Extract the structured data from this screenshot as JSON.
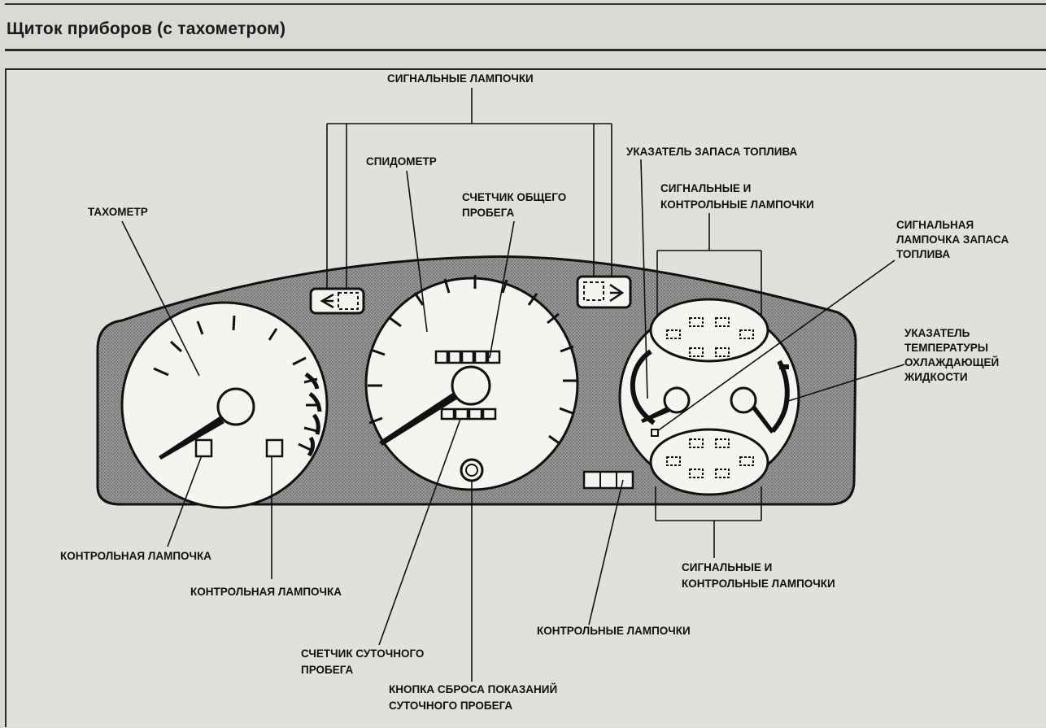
{
  "title": "Щиток приборов (с тахометром)",
  "labels": {
    "warning_lamps_top": "СИГНАЛЬНЫЕ ЛАМПОЧКИ",
    "speedometer": "СПИДОМЕТР",
    "fuel_gauge": "УКАЗАТЕЛЬ ЗАПАСА ТОПЛИВА",
    "tachometer": "ТАХОМЕТР",
    "odometer_l1": "СЧЕТЧИК ОБЩЕГО",
    "odometer_l2": "ПРОБЕГА",
    "warn_ctrl_top_l1": "СИГНАЛЬНЫЕ И",
    "warn_ctrl_top_l2": "КОНТРОЛЬНЫЕ ЛАМПОЧКИ",
    "fuel_lamp_l1": "СИГНАЛЬНАЯ",
    "fuel_lamp_l2": "ЛАМПОЧКА ЗАПАСА",
    "fuel_lamp_l3": "ТОПЛИВА",
    "temp_l1": "УКАЗАТЕЛЬ",
    "temp_l2": "ТЕМПЕРАТУРЫ",
    "temp_l3": "ОХЛАЖДАЮЩЕЙ",
    "temp_l4": "ЖИДКОСТИ",
    "ctrl_lamp_1": "КОНТРОЛЬНАЯ ЛАМПОЧКА",
    "ctrl_lamp_2": "КОНТРОЛЬНАЯ ЛАМПОЧКА",
    "warn_ctrl_bot_l1": "СИГНАЛЬНЫЕ И",
    "warn_ctrl_bot_l2": "КОНТРОЛЬНЫЕ ЛАМПОЧКИ",
    "ctrl_lamps": "КОНТРОЛЬНЫЕ ЛАМПОЧКИ",
    "trip_l1": "СЧЕТЧИК СУТОЧНОГО",
    "trip_l2": "ПРОБЕГА",
    "reset_l1": "КНОПКА СБРОСА ПОКАЗАНИЙ",
    "reset_l2": "СУТОЧНОГО ПРОБЕГА"
  },
  "colors": {
    "panel_fill": "#8f8f8f",
    "dial_face": "#f4f4f1",
    "ink": "#111111",
    "paper": "#e0e0dc"
  }
}
